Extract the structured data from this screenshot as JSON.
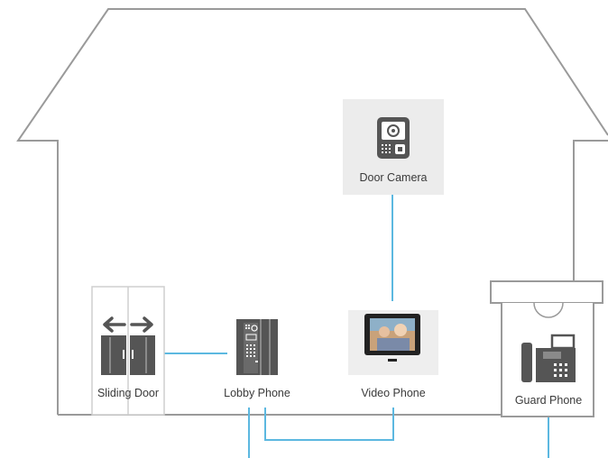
{
  "devices": {
    "door_camera": {
      "label": "Door Camera",
      "icon": "door-camera-icon"
    },
    "sliding_door": {
      "label": "Sliding Door",
      "icon": "sliding-door-icon"
    },
    "lobby_phone": {
      "label": "Lobby Phone",
      "icon": "lobby-phone-icon"
    },
    "video_phone": {
      "label": "Video Phone",
      "icon": "video-phone-icon"
    },
    "guard_phone": {
      "label": "Guard Phone",
      "icon": "guard-phone-icon"
    }
  },
  "colors": {
    "outline": "#9a9a9a",
    "connection": "#5cb8e0",
    "icon_fill": "#555555",
    "camera_panel": "#ececec"
  }
}
